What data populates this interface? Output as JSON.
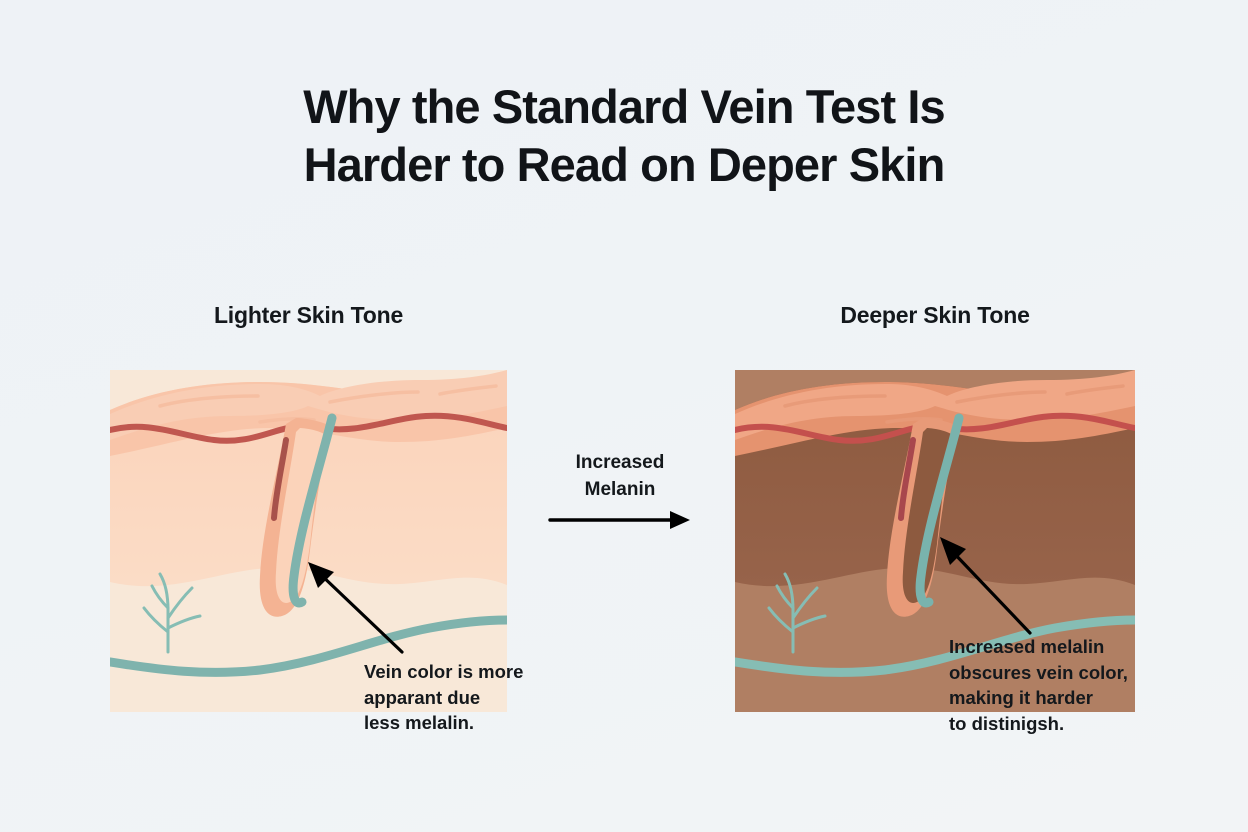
{
  "page": {
    "background_color": "#eef2f6",
    "text_color": "#14181c"
  },
  "title": {
    "line1": "Why the Standard Vein Test Is",
    "line2": "Harder to Read on Deper Skin"
  },
  "comparison": {
    "middle_annotation": {
      "line1": "Increased",
      "line2": "Melanin",
      "arrow_icon": "arrow-right-icon",
      "direction": "left-to-right"
    },
    "panels": [
      {
        "id": "lighter",
        "heading": "Lighter Skin Tone",
        "caption": "Vein color is more\napparant due\nless melalin.",
        "pointer_icon": "arrow-up-left-pointer-icon",
        "colors": {
          "epidermis_top": "#f7c4a8",
          "epidermis_mid": "#f9cdb4",
          "papillary_band": "#f2ad8e",
          "capillary_line": "#c0574f",
          "dermis": "#fbd5bd",
          "hypodermis": "#f7e7d7",
          "follicle_outline": "#f4b393",
          "hair_shaft": "#79b3ad",
          "vein": "#7fb3ad"
        }
      },
      {
        "id": "deeper",
        "heading": "Deeper Skin Tone",
        "caption": "Increased melalin\nobscures vein color,\nmaking it harder\nto distinigsh.",
        "pointer_icon": "arrow-up-left-pointer-icon",
        "colors": {
          "epidermis_top": "#ed9c79",
          "epidermis_mid": "#f0a786",
          "papillary_band": "#e08e72",
          "capillary_line": "#c4504d",
          "dermis": "#8d5a3f",
          "hypodermis": "#b07f63",
          "follicle_outline": "#e89a78",
          "hair_shaft": "#79b3ad",
          "vein": "#86bdb4"
        }
      }
    ]
  }
}
